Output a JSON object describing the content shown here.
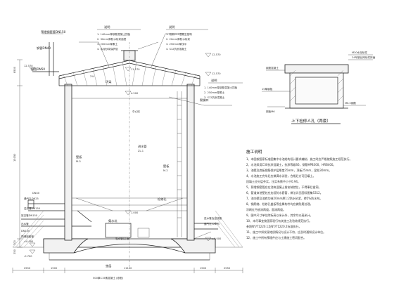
{
  "main_section": {
    "left_dims": [
      "8500",
      "15050",
      "700",
      "350"
    ],
    "right_elev": [
      "12.570",
      "11.170",
      "12.570",
      "4.500",
      "1.000",
      "±0.000"
    ],
    "left_elev": [
      "12.570",
      "±0.000",
      "-0.700"
    ],
    "bottom_dims": [
      "2550",
      "1500",
      "11100",
      "1500",
      "2550"
    ],
    "labels": {
      "spigot_top": "预埋钢套管DN150",
      "spigot_top2": "钢管DN40",
      "wall_top": "钢管DN50",
      "beam_mark": "2%",
      "ring_beam": "环梁",
      "center_mark": "中心线",
      "inlet": "进水管",
      "inlet_code": "ZL-1",
      "wall_left": "壁板",
      "wall_left2": "M-3",
      "wall_right": "壁板",
      "wall_right2": "M-2",
      "left_pipe1": "通气孔DN25",
      "left_pipe2": "溢流管DN150",
      "left_pipe3": "放空管DN150",
      "left_pipe4": "出水管",
      "left_pipe5": "DN150",
      "left_pipe6": "预埋钢套管",
      "inner_mark": "检修孔",
      "inner_mark2": "集水坑",
      "outlet_label": "吸水管(正面)",
      "right_label": "爬梯口",
      "right_label2": "进水管及溢流管",
      "right_label3": "通气孔 DN25",
      "bottom_text1": "垫层",
      "bottom_text2": "500厚C15素混凝土 (参图)",
      "dn_note": "DN40"
    }
  },
  "notes_top_left": {
    "header": "说明",
    "lines": [
      "1. 140mm厚钢筋混凝土顶板",
      "2. 30mm厚防水砂浆面层",
      "3. 200mm厚素土",
      "4. 水泥砂浆保护层"
    ]
  },
  "notes_top_mid": {
    "header": "说明",
    "lines": [
      "1. 粉刷C25混凝土结构",
      "2. 20mm厚防水砂浆",
      "3. 250mm厚找平",
      "4. S12抗渗混凝土"
    ]
  },
  "notes_mid_right": {
    "header": "说明",
    "lines": [
      "1. 140mm厚钢筋混凝土顶板",
      "2. 250mm厚覆土",
      "3. S12抗渗混凝土"
    ]
  },
  "manhole": {
    "title": "上下检修人孔（两套）",
    "labels": [
      "M30水泥砂浆",
      "24号钢丝网砂浆抹面",
      "钢筋混凝土",
      "15厚钢板",
      "M6.5钢筋",
      "钢板M6"
    ]
  },
  "construction_notes": {
    "title": "施工说明",
    "lines": [
      "1、本图按国家标准图集中水池结构设计要求编制，施工时应严格按照施工规范执行。",
      "2、水池采用C30抗渗混凝土，抗渗等级S6，钢筋HPB300、HRB400。",
      "3、池壁及底板钢筋保护层厚度35mm，顶板25mm，梁柱30mm。",
      "4、水池施工完毕后应做满水试验，合格后方可回填土。",
      "   回填土应分层夯实，压实系数不小于0.94。",
      "5、预埋钢套管应在浇筑混凝土前安装就位，不得事后凿洞。",
      "6、管道穿池壁处应加设防水套管，做法详见国标图集S312。",
      "7、池内壁及池底均抹20mm厚1:2防水砂浆，掺5%防水剂。",
      "8、钢爬梯、检修孔盖板等金属构件均应做防腐处理，",
      "   涂刷红丹底漆两道，面漆两道。",
      "9、图中尺寸单位除标高以米计外，其余均以毫米计。",
      "10、未尽事宜按国家现行有关施工及验收规范执行。",
      "    参照NY/T1220.1及NY/T1220.2标准执行。",
      "11、施工中如发现地质情况与设计不符，应及时通知设计单位。",
      "12、施工中所有预埋件应与土建施工密切配合。"
    ]
  }
}
